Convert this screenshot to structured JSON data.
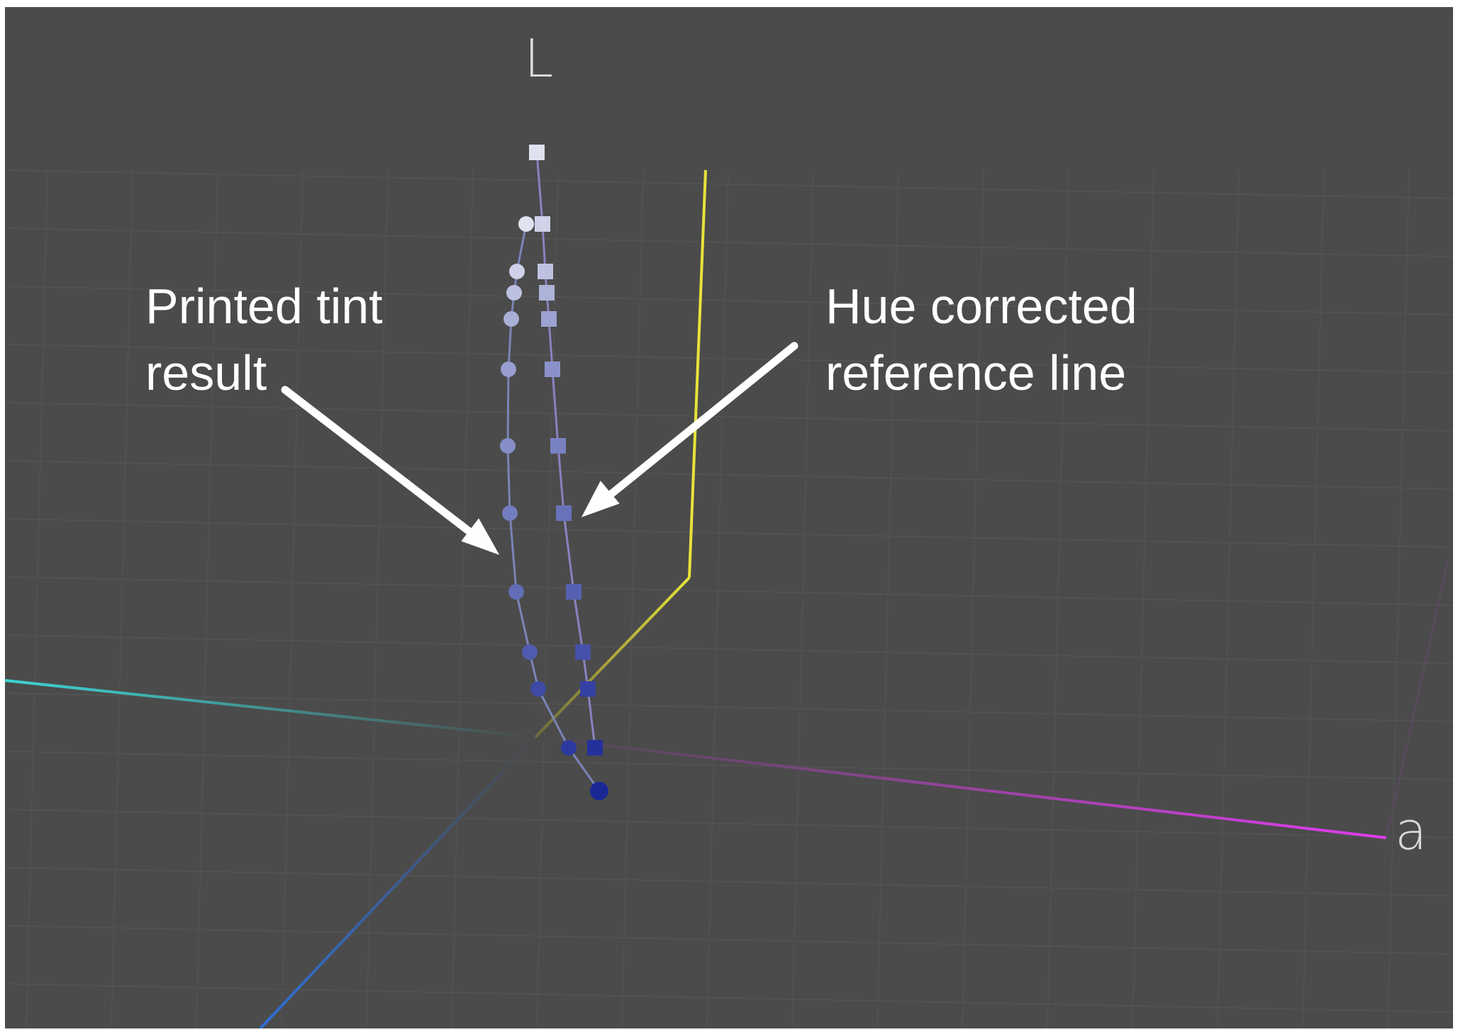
{
  "axes": {
    "L_label": "L",
    "a_label": "a",
    "colors": {
      "L_axis": "#bfbfbf",
      "a_positive": "#e13cf0",
      "a_negative": "#3dd5d5",
      "b_negative": "#2f6fd8",
      "b_positive": "#e7e33a"
    }
  },
  "annotations": {
    "printed_tint": {
      "line1": "Printed tint",
      "line2": "result"
    },
    "hue_corrected": {
      "line1": "Hue corrected",
      "line2": "reference line"
    }
  },
  "colors": {
    "background": "#4b4b4b",
    "annotation_text": "#ffffff",
    "axis_label_text": "#d9d9d9"
  }
}
